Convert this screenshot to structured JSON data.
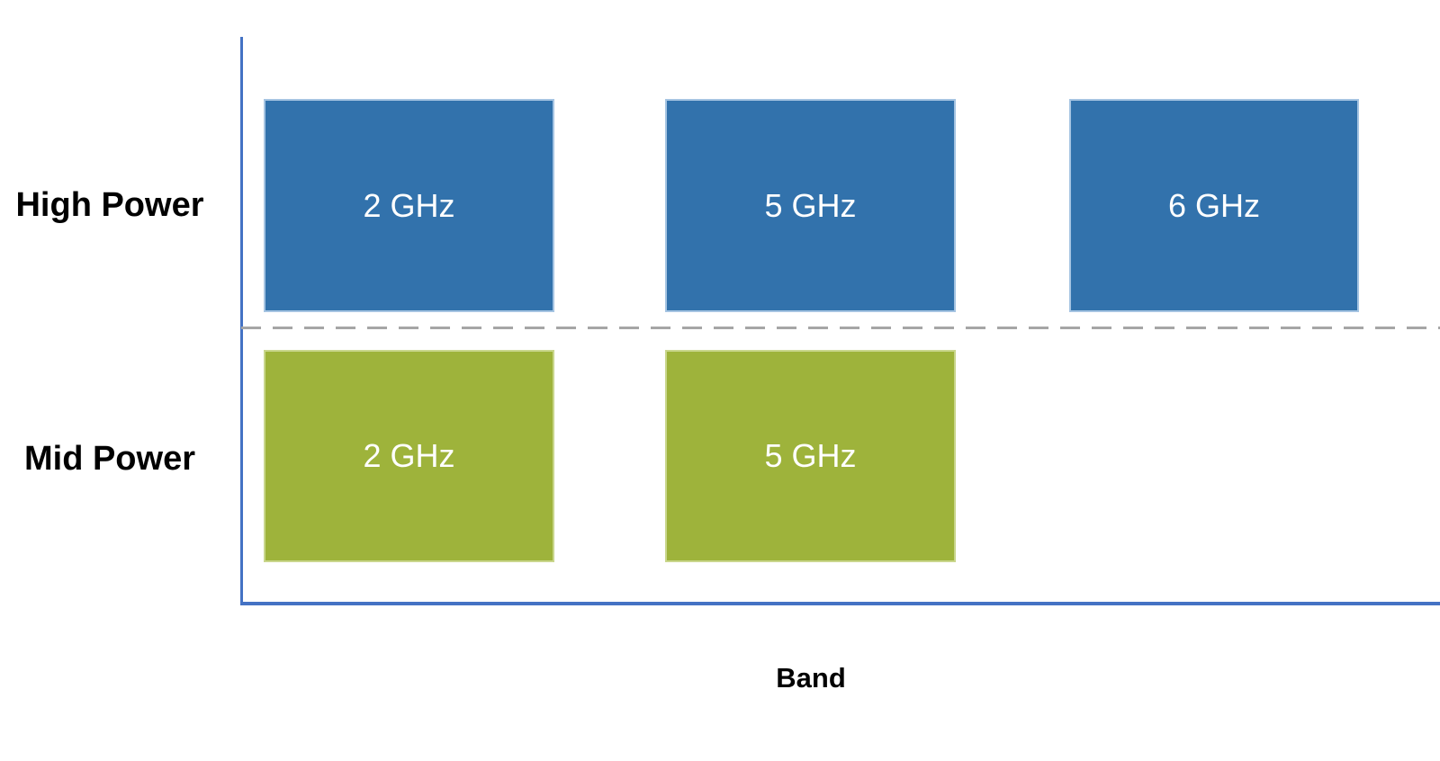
{
  "labels": {
    "high_power": "High Power",
    "mid_power": "Mid Power",
    "x_axis": "Band"
  },
  "boxes": {
    "high": [
      {
        "label": "2 GHz"
      },
      {
        "label": "5 GHz"
      },
      {
        "label": "6 GHz"
      }
    ],
    "mid": [
      {
        "label": "2 GHz"
      },
      {
        "label": "5 GHz"
      }
    ]
  },
  "colors": {
    "high_power_fill": "#3272AC",
    "high_power_border": "#A5C4E2",
    "mid_power_fill": "#9EB33B",
    "mid_power_border": "#C9D68C",
    "axis_line": "#4472C4",
    "divider_dash": "#A6A6A6",
    "box_text": "#FFFFFF",
    "label_text": "#000000",
    "background": "#FFFFFF"
  },
  "chart_data": {
    "type": "table",
    "title": "",
    "xlabel": "Band",
    "ylabel": "",
    "row_categories": [
      "High Power",
      "Mid Power"
    ],
    "column_categories": [
      "2 GHz",
      "5 GHz",
      "6 GHz"
    ],
    "cells": [
      {
        "row": "High Power",
        "bands_present": [
          "2 GHz",
          "5 GHz",
          "6 GHz"
        ],
        "color": "#3272AC"
      },
      {
        "row": "Mid Power",
        "bands_present": [
          "2 GHz",
          "5 GHz"
        ],
        "color": "#9EB33B"
      }
    ],
    "legend": "none",
    "grid": false,
    "annotations": "dashed horizontal gray line separates High Power row from Mid Power row; blue L-shaped axes with no tick marks"
  }
}
